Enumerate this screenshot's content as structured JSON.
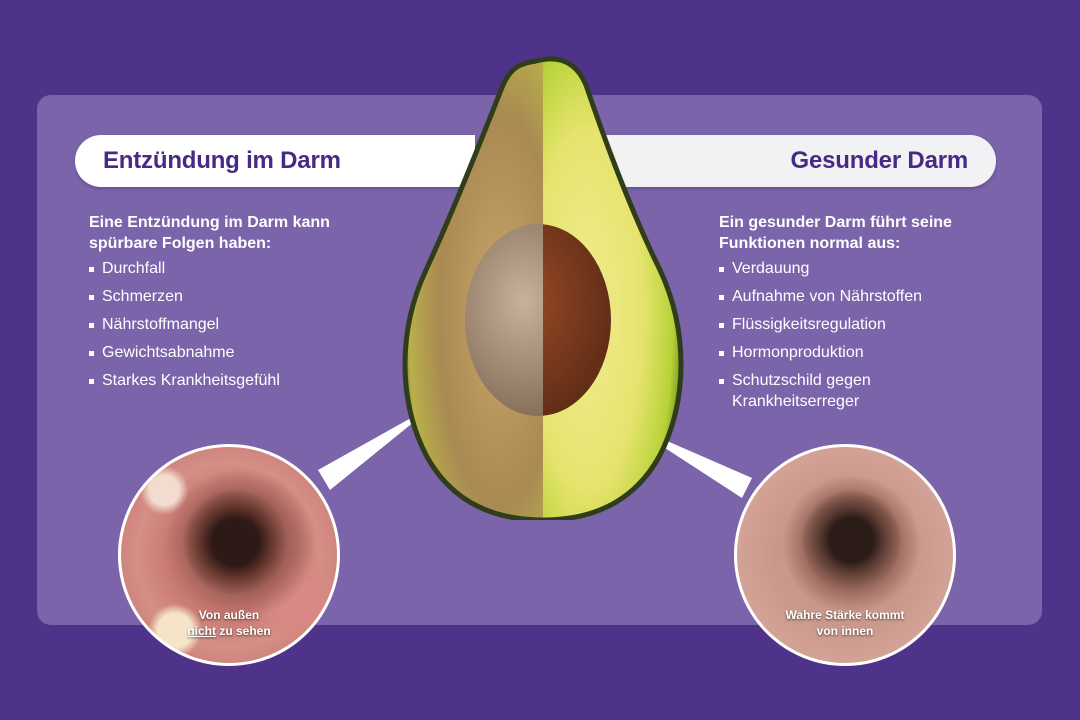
{
  "colors": {
    "background": "#4f338b",
    "panel": "#7c64ab",
    "title_text": "#472a85",
    "pill": "#ffffff",
    "body_text": "#ffffff"
  },
  "left": {
    "title": "Entzündung im Darm",
    "intro_line1": "Eine Entzündung im Darm kann",
    "intro_line2": "spürbare Folgen haben:",
    "items": [
      "Durchfall",
      "Schmerzen",
      "Nährstoffmangel",
      "Gewichtsabnahme",
      "Starkes Krankheitsgefühl"
    ],
    "image": "inflamed-intestine-endoscopy",
    "caption_line1": "Von außen",
    "caption_line2_underlined": "nicht",
    "caption_line2_rest": " zu sehen"
  },
  "right": {
    "title": "Gesunder Darm",
    "intro_line1": "Ein gesunder Darm führt seine",
    "intro_line2": "Funktionen normal aus:",
    "items": [
      "Verdauung",
      "Aufnahme von Nährstoffen",
      "Flüssigkeitsregulation",
      "Hormonproduktion",
      "Schutzschild gegen Krankheitserreger"
    ],
    "image": "healthy-intestine-endoscopy",
    "caption_line1": "Wahre Stärke kommt",
    "caption_line2": "von innen"
  },
  "center": {
    "image": "avocado-half-split-brown-and-fresh"
  }
}
